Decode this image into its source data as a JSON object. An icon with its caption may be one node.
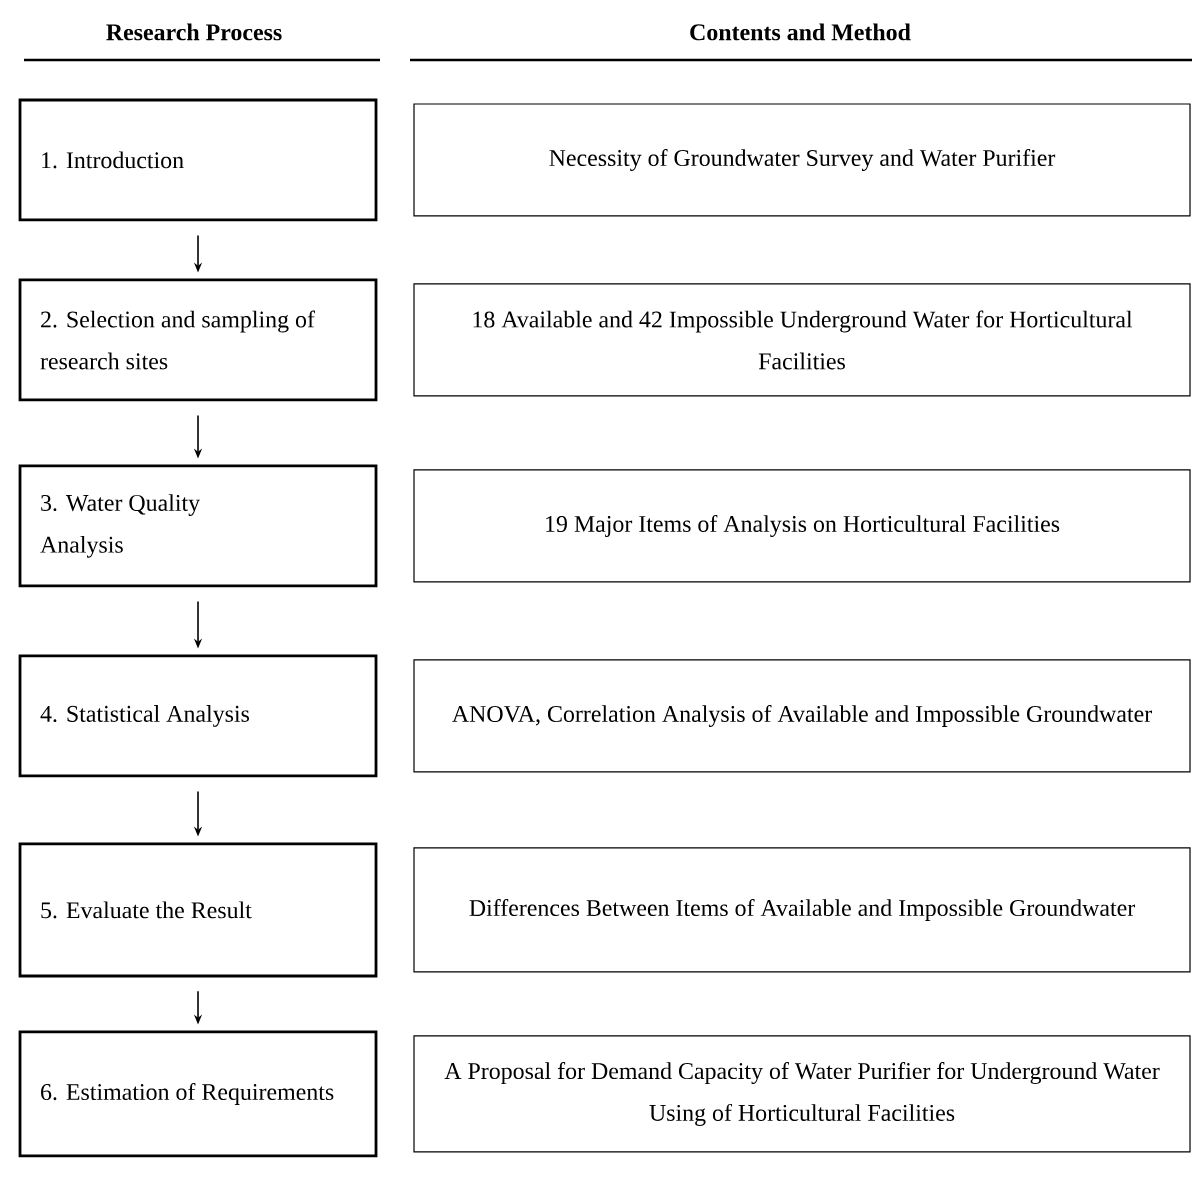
{
  "diagram": {
    "nodes": [
      {
        "text": [
          "1. Introduction"
        ]
      },
      {
        "text": [
          "2. Selection and sampling of research sites"
        ]
      },
      {
        "text": [
          "3. Water Quality Analysis"
        ]
      },
      {
        "text": [
          "4. Statistical Analysis"
        ]
      },
      {
        "text": [
          "5. Evaluate the Result"
        ]
      },
      {
        "text": [
          "6. Estimation of Requirements"
        ]
      },
      {
        "text": [
          "Necessity of Groundwater Survey and Water Purifier"
        ]
      },
      {
        "text": [
          "18 Available and 42 Impossible Underground Water for Horticultural Facilities"
        ]
      },
      {
        "text": [
          "19 Major Items of Analysis on Horticultural Facilities"
        ]
      },
      {
        "text": [
          "ANOVA, Correlation Analysis of Available and Impossible Groundwater"
        ]
      },
      {
        "text": [
          "Differences Between Items of Available and Impossible Groundwater"
        ]
      },
      {
        "text": [
          "A Proposal for Demand Capacity of Water Purifier for Underground Water Using of Horticultural Facilities"
        ]
      }
    ],
    "edges": [
      {
        "from": 0,
        "to": 1,
        "arrow": "to"
      },
      {
        "from": 1,
        "to": 2,
        "arrow": "to"
      },
      {
        "from": 2,
        "to": 3,
        "arrow": "to"
      },
      {
        "from": 3,
        "to": 4,
        "arrow": "to"
      },
      {
        "from": 4,
        "to": 5,
        "arrow": "to"
      }
    ],
    "labels": [
      "Research Process",
      "Contents and Method"
    ]
  }
}
